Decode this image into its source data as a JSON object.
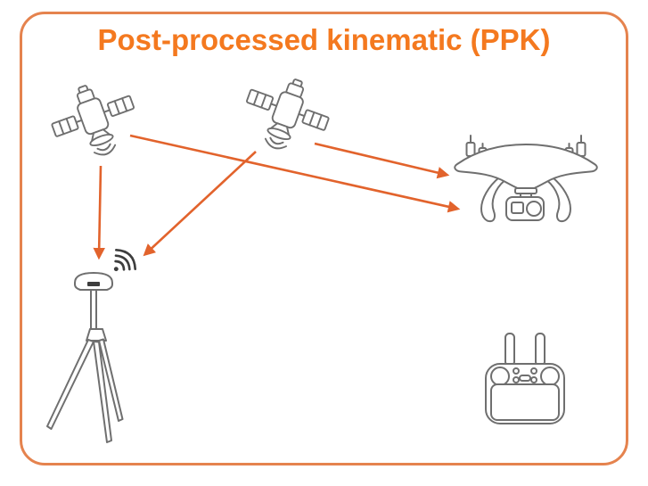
{
  "title": "Post-processed kinematic (PPK)",
  "colors": {
    "accent_orange": "#F4791F",
    "frame_orange": "#E5834E",
    "arrow_orange": "#E2632C",
    "icon_gray": "#6F6F6F",
    "signal_dark": "#3D3D3D",
    "background": "#FFFFFF"
  },
  "nodes": [
    {
      "id": "satellite-1",
      "icon": "gnss-satellite-icon"
    },
    {
      "id": "satellite-2",
      "icon": "gnss-satellite-icon"
    },
    {
      "id": "drone",
      "icon": "quadcopter-drone-icon"
    },
    {
      "id": "base-station",
      "icon": "gnss-base-station-tripod-icon"
    },
    {
      "id": "base-station-signal",
      "icon": "wifi-signal-icon"
    },
    {
      "id": "remote-controller",
      "icon": "drone-remote-controller-icon"
    }
  ],
  "connections": [
    {
      "from": "satellite-1",
      "to": "base-station"
    },
    {
      "from": "satellite-1",
      "to": "drone"
    },
    {
      "from": "satellite-2",
      "to": "base-station"
    },
    {
      "from": "satellite-2",
      "to": "drone"
    }
  ]
}
